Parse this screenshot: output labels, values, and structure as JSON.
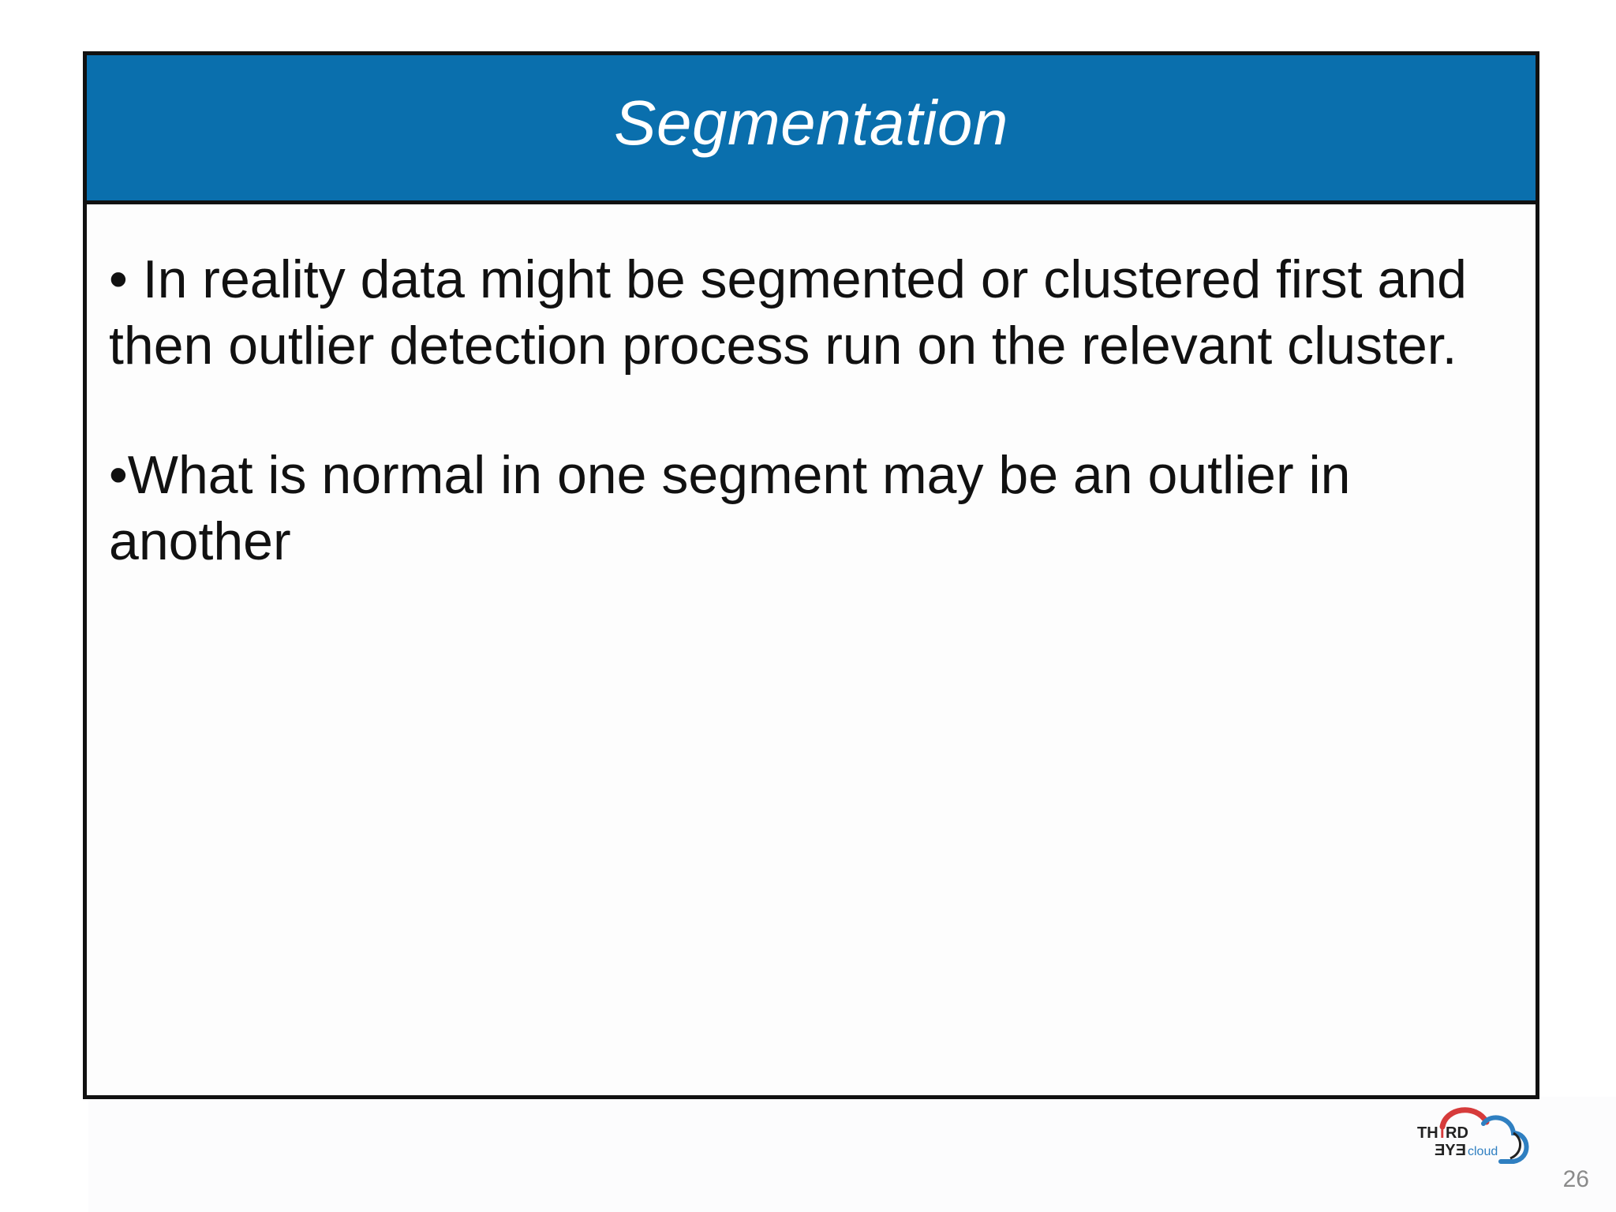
{
  "slide": {
    "title": "Segmentation",
    "bullets": [
      "• In reality data might be segmented or clustered first and then outlier detection process run on the relevant cluster.",
      "•What is normal in one segment may be an outlier in another"
    ],
    "page_number": "26"
  },
  "logo": {
    "line1": "THIRD",
    "line2": "EYE",
    "line3": "cloud"
  },
  "colors": {
    "title_bar": "#0a6fad",
    "frame_border": "#111111",
    "logo_red": "#d63b3b",
    "logo_blue": "#2f7fc1"
  }
}
